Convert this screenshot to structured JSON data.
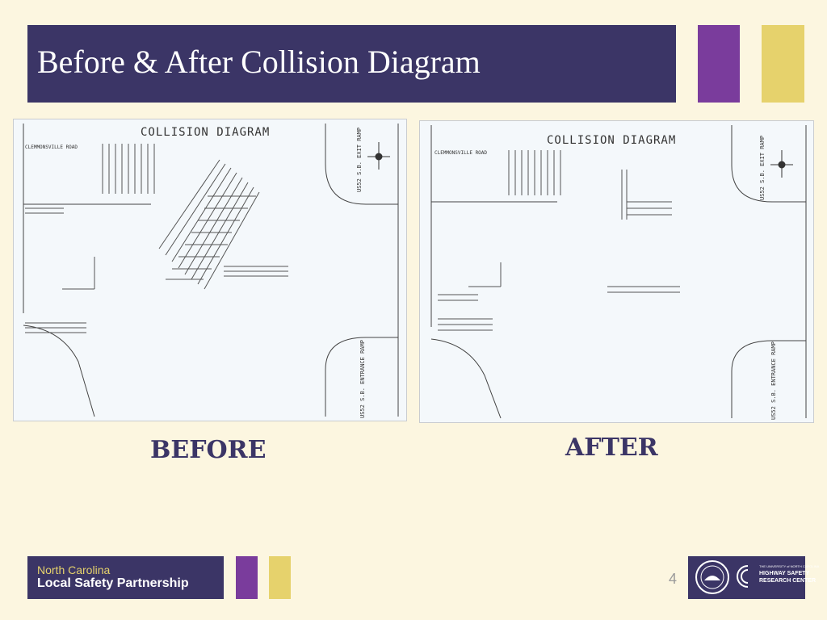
{
  "slide": {
    "title": "Before & After Collision Diagram",
    "page_number": "4"
  },
  "colors": {
    "navy": "#3b3566",
    "purple": "#7a3c9c",
    "gold": "#e6d26c",
    "background": "#fcf6e0"
  },
  "before": {
    "caption": "BEFORE",
    "diagram_title": "COLLISION DIAGRAM",
    "road_west": "CLEMMONSVILLE ROAD",
    "ramp_top": "US52 S.B. EXIT RAMP",
    "ramp_bottom": "US52 S.B. ENTRANCE RAMP"
  },
  "after": {
    "caption": "AFTER",
    "diagram_title": "COLLISION DIAGRAM",
    "road_west": "CLEMMONSVILLE ROAD",
    "ramp_top": "US52 S.B. EXIT RAMP",
    "ramp_bottom": "US52 S.B. ENTRANCE RAMP"
  },
  "footer": {
    "line1": "North Carolina",
    "line2": "Local Safety Partnership",
    "hsrc_small": "THE UNIVERSITY of NORTH CAROLINA",
    "hsrc_line1": "HIGHWAY SAFETY",
    "hsrc_line2": "RESEARCH CENTER"
  },
  "icons": {
    "north_arrow": "north-arrow-icon",
    "seal": "nc-seal-icon",
    "hsrc": "hsrc-logo-icon"
  }
}
